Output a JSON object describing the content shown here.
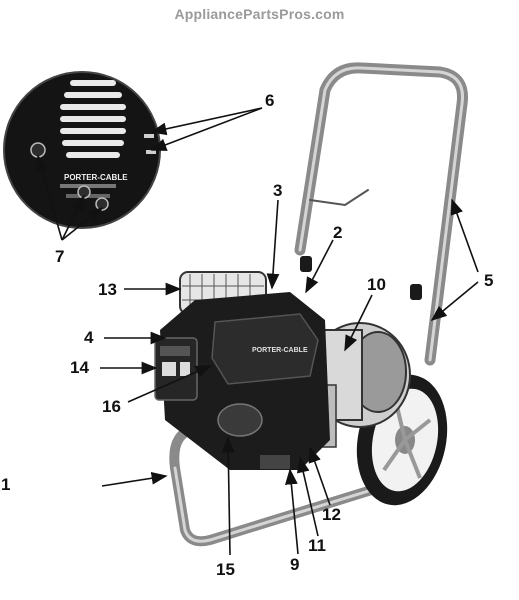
{
  "site": {
    "watermark": "AppliancePartsPros.com"
  },
  "inset_panel": {
    "brand": "PORTER-CABLE"
  },
  "engine_cover": {
    "brand": "PORTER-CABLE"
  },
  "callouts": [
    "1",
    "2",
    "3",
    "4",
    "5",
    "6",
    "7",
    "9",
    "10",
    "11",
    "12",
    "13",
    "14",
    "15",
    "16"
  ],
  "colors": {
    "ink": "#111111",
    "frame": "#8a8a8a",
    "engine": "#1c1c1c",
    "watermark": "#9a9a9a"
  }
}
